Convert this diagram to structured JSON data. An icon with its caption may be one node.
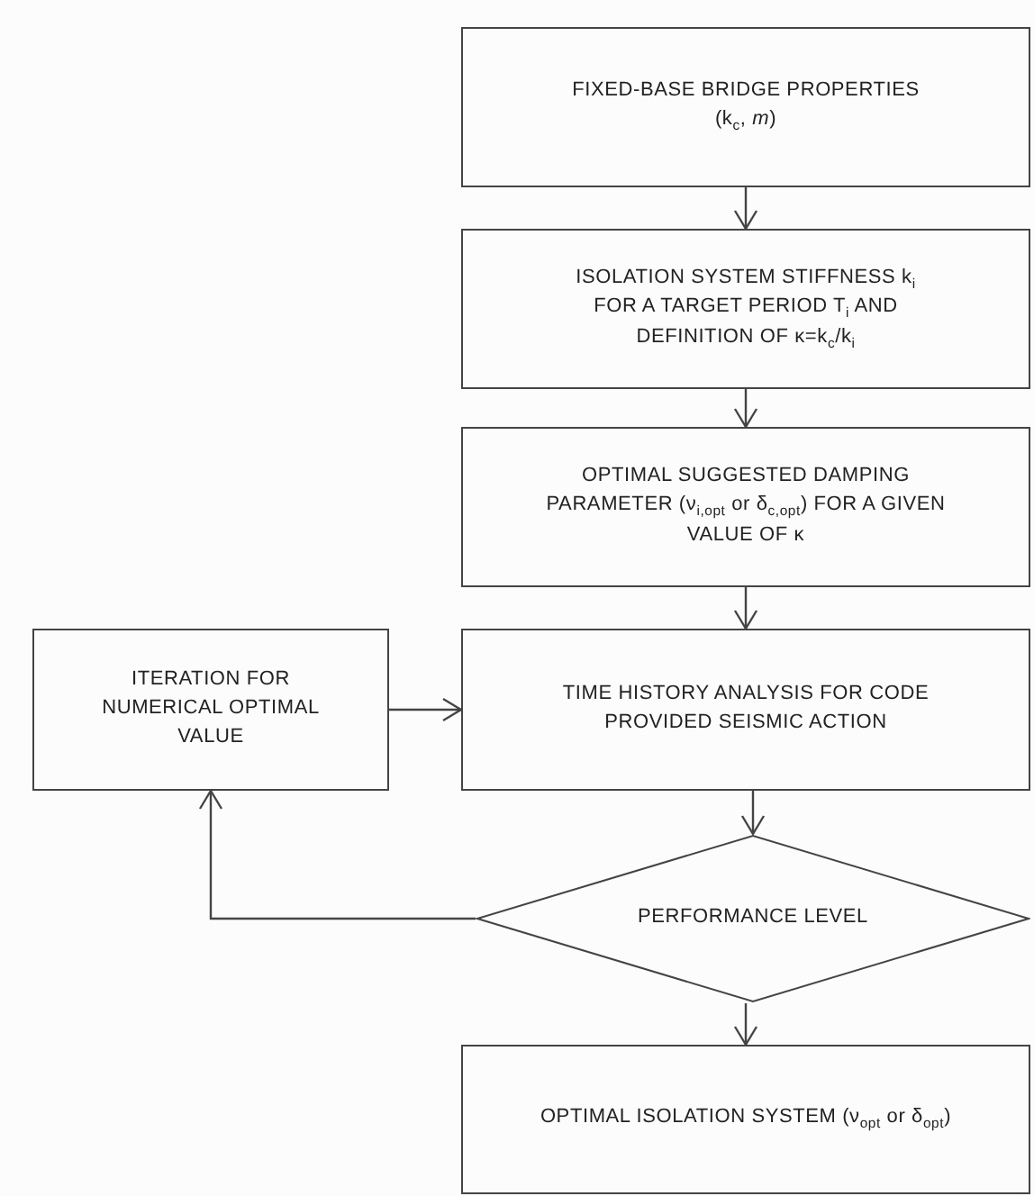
{
  "diagram": {
    "nodes": [
      {
        "text": [
          "FIXED-BASE BRIDGE PROPERTIES",
          "(k$_{c}$, *m*)"
        ]
      },
      {
        "text": [
          "ISOLATION SYSTEM STIFFNESS k$_{i}$ FOR A TARGET PERIOD T$_{i}$ AND DEFINITION OF κ=k$_{c}$/k$_{i}$"
        ]
      },
      {
        "text": [
          "OPTIMAL SUGGESTED DAMPING PARAMETER (ν$_{i,opt}$ or δ$_{c,opt}$) FOR A GIVEN VALUE OF κ"
        ]
      },
      {
        "text": [
          "ITERATION FOR NUMERICAL OPTIMAL VALUE"
        ]
      },
      {
        "text": [
          "TIME HISTORY ANALYSIS FOR CODE PROVIDED SEISMIC ACTION"
        ]
      },
      {
        "text": [
          "PERFORMANCE LEVEL"
        ]
      },
      {
        "text": [
          "OPTIMAL ISOLATION SYSTEM (ν$_{opt}$ or δ$_{opt}$)"
        ]
      }
    ],
    "edges": [
      {
        "from": 0,
        "to": 1,
        "arrow": "to"
      },
      {
        "from": 1,
        "to": 2,
        "arrow": "to"
      },
      {
        "from": 2,
        "to": 4,
        "arrow": "to"
      },
      {
        "from": 3,
        "to": 4,
        "arrow": "to"
      },
      {
        "from": 4,
        "to": 5,
        "arrow": "to"
      },
      {
        "from": 5,
        "to": 3,
        "arrow": "to"
      },
      {
        "from": 5,
        "to": 6,
        "arrow": "to"
      }
    ]
  }
}
